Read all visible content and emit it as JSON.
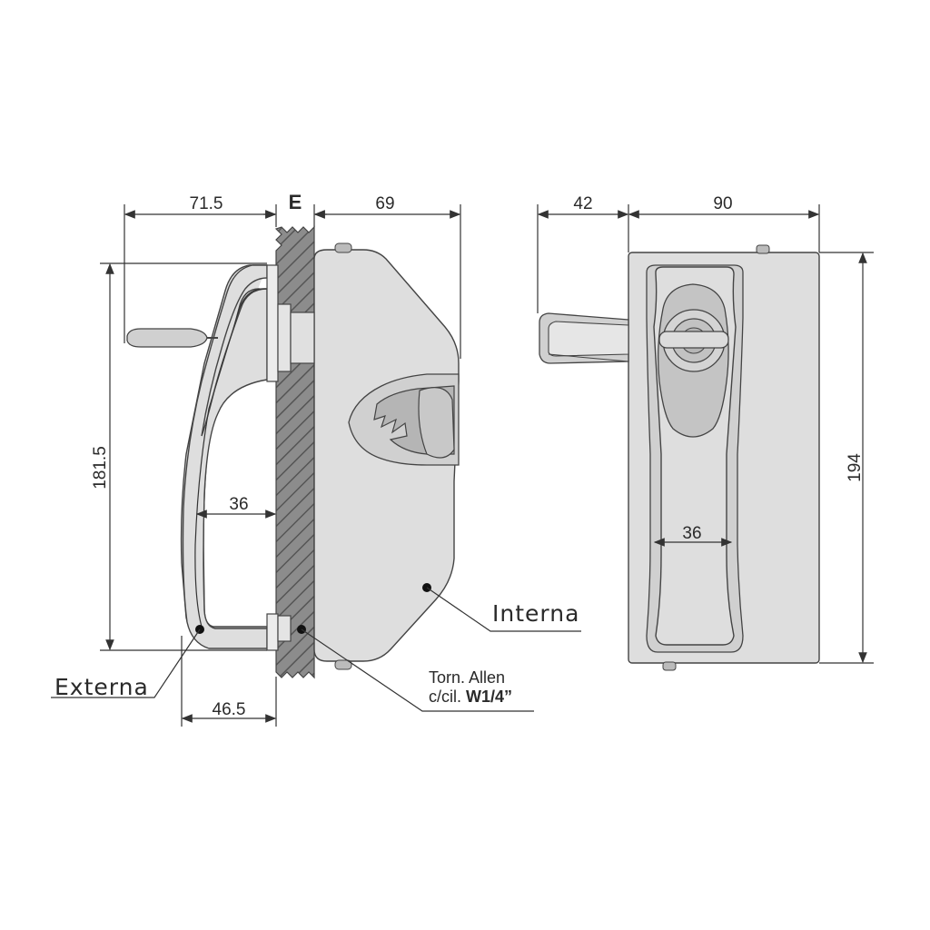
{
  "dimensions": {
    "side_left_width": "71.5",
    "wall_label": "E",
    "side_right_width": "69",
    "front_lever": "42",
    "front_width": "90",
    "side_height": "181.5",
    "front_height": "194",
    "grip_side": "36",
    "grip_front": "36",
    "base_depth": "46.5"
  },
  "labels": {
    "externa": "Externa",
    "interna": "Interna",
    "screw_line1": "Torn. Allen",
    "screw_line2_prefix": "c/cil. ",
    "screw_line2_bold": "W1/4”"
  }
}
